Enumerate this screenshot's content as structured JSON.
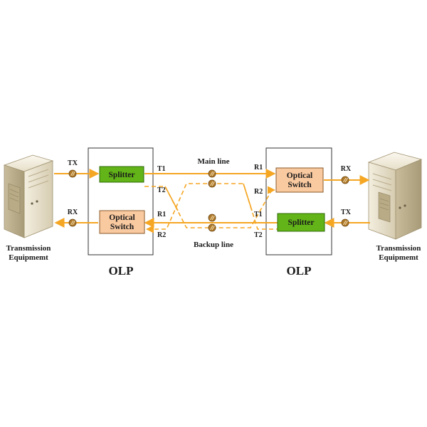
{
  "colors": {
    "fiber": "#f5a623",
    "splitter_fill": "#62b418",
    "switch_fill": "#f9c9a0",
    "box_stroke": "#333333",
    "connector": "#8a5a1a"
  },
  "equipment_left": {
    "icon": "server-tower-icon",
    "label_line1": "Transmission",
    "label_line2": "Equipmemt"
  },
  "equipment_right": {
    "icon": "server-tower-icon",
    "label_line1": "Transmission",
    "label_line2": "Equipmemt"
  },
  "olp_left": {
    "title": "OLP",
    "splitter_label": "Splitter",
    "switch_line1": "Optical",
    "switch_line2": "Switch",
    "ports": {
      "t1": "T1",
      "t2": "T2",
      "r1": "R1",
      "r2": "R2"
    }
  },
  "olp_right": {
    "title": "OLP",
    "splitter_label": "Splitter",
    "switch_line1": "Optical",
    "switch_line2": "Switch",
    "ports": {
      "r1": "R1",
      "r2": "R2",
      "t1": "T1",
      "t2": "T2"
    }
  },
  "links": {
    "left_tx": "TX",
    "left_rx": "RX",
    "right_rx": "RX",
    "right_tx": "TX",
    "main_line": "Main line",
    "backup_line": "Backup line"
  }
}
